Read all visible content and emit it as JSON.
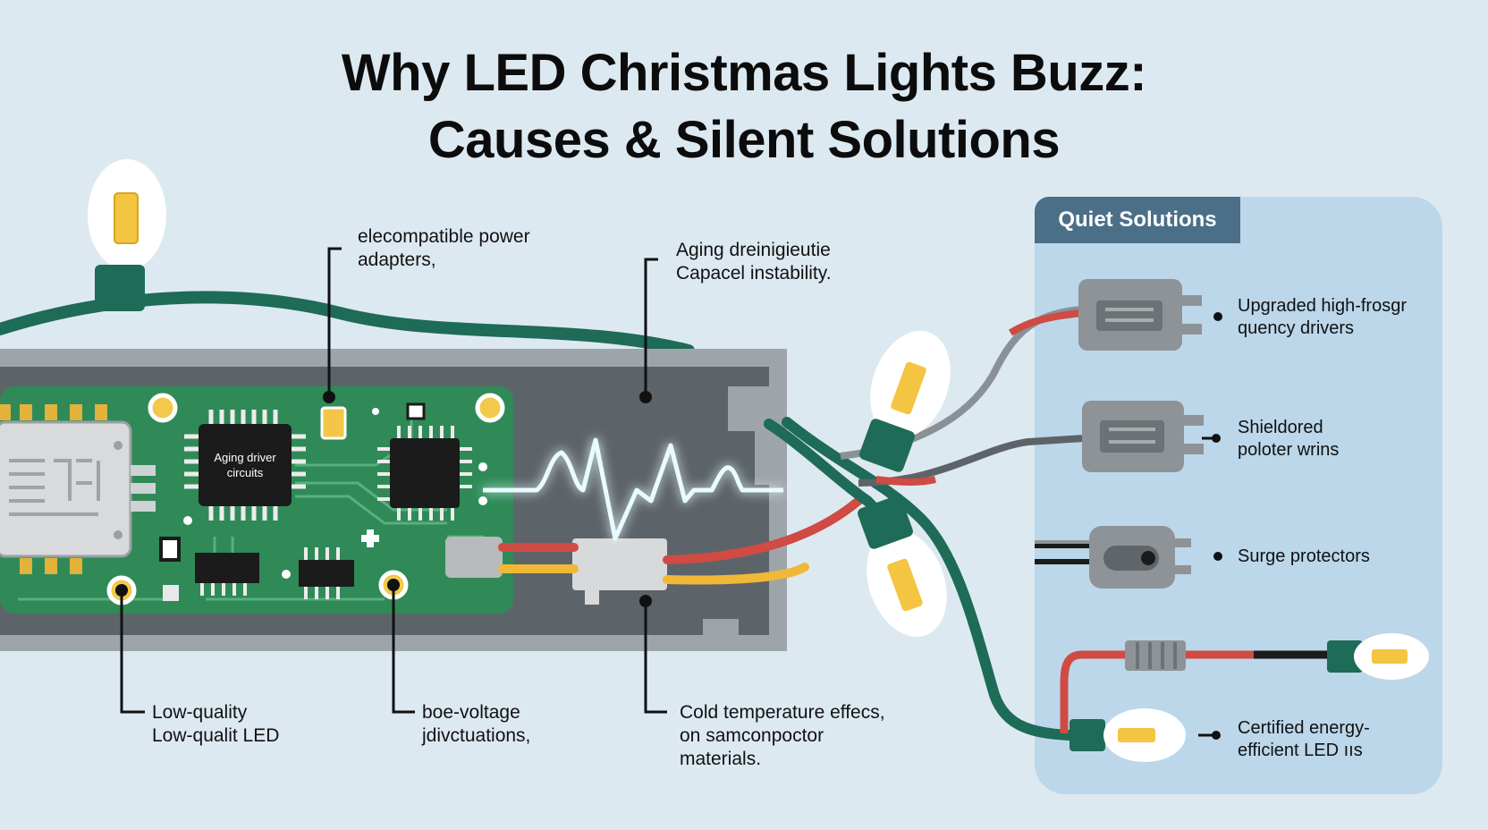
{
  "title": {
    "line1": "Why LED Christmas Lights Buzz:",
    "line2": "Causes & Silent Solutions"
  },
  "causes": {
    "power_adapters": [
      "elecompatible power",
      "adapters,"
    ],
    "capacitor": [
      "Aging dreinigieutie",
      "Capacel instability."
    ],
    "low_quality": [
      "Low-quality",
      "Low-qualit LED"
    ],
    "voltage": [
      "boe-voltage",
      "jdivctuations,"
    ],
    "cold_temp": [
      "Cold temperature effecs,",
      "on samconpoctor",
      "materials."
    ]
  },
  "chip_label": [
    "Aging driver",
    "circuits"
  ],
  "solutions": {
    "header": "Quiet Solutions",
    "drivers": [
      "Upgraded high-frosgr",
      "quency drivers"
    ],
    "shielded": [
      "Shieldored",
      "poloter wrins"
    ],
    "surge": [
      "Surge protectors"
    ],
    "certified": [
      "Certified energy-",
      "efficient LED ııs"
    ]
  },
  "colors": {
    "background": "#dde9f1",
    "panel": "#bcd7ea",
    "panel_header": "#4b6f87",
    "pcb": "#2f8a58",
    "housing": "#5d6469",
    "wire": "#1e6b57",
    "wave": "#e8fbff",
    "led_bulb": "#f4c542"
  }
}
